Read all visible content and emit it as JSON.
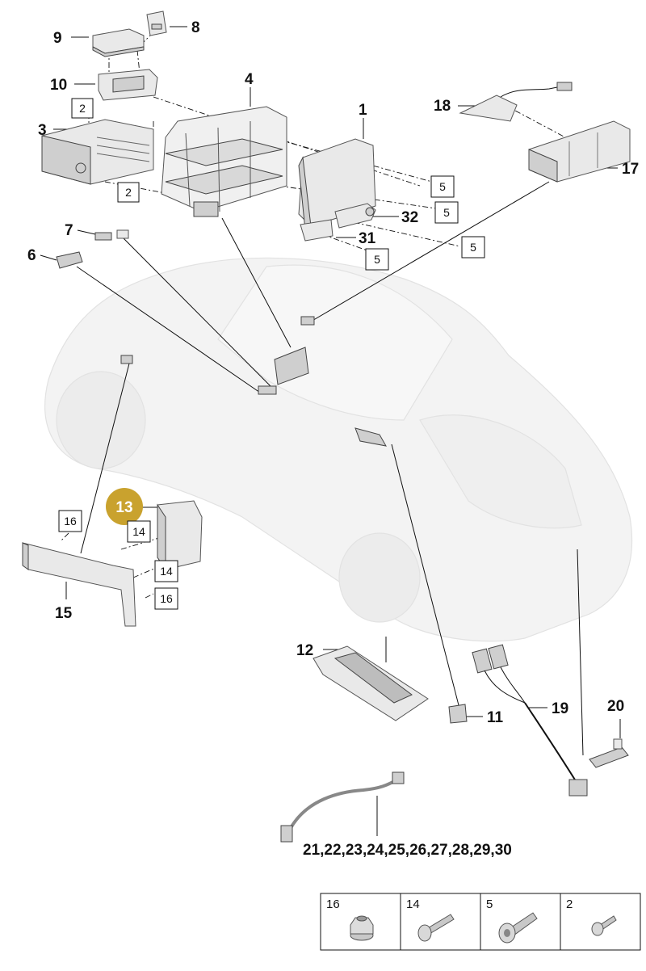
{
  "diagram": {
    "callouts": {
      "c1": "1",
      "c3": "3",
      "c4": "4",
      "c6": "6",
      "c7": "7",
      "c8": "8",
      "c9": "9",
      "c10": "10",
      "c11": "11",
      "c12": "12",
      "c13": "13",
      "c15": "15",
      "c17": "17",
      "c18": "18",
      "c19": "19",
      "c20": "20",
      "c31": "31",
      "c32": "32",
      "c21_30": "21,22,23,24,25,26,27,28,29,30"
    },
    "ref_boxes": {
      "r2a": "2",
      "r2b": "2",
      "r5a": "5",
      "r5b": "5",
      "r5c": "5",
      "r5d": "5",
      "r14a": "14",
      "r14b": "14",
      "r16a": "16",
      "r16b": "16"
    },
    "legend": [
      "16",
      "14",
      "5",
      "2"
    ],
    "highlight_color": "#c9a22e"
  }
}
